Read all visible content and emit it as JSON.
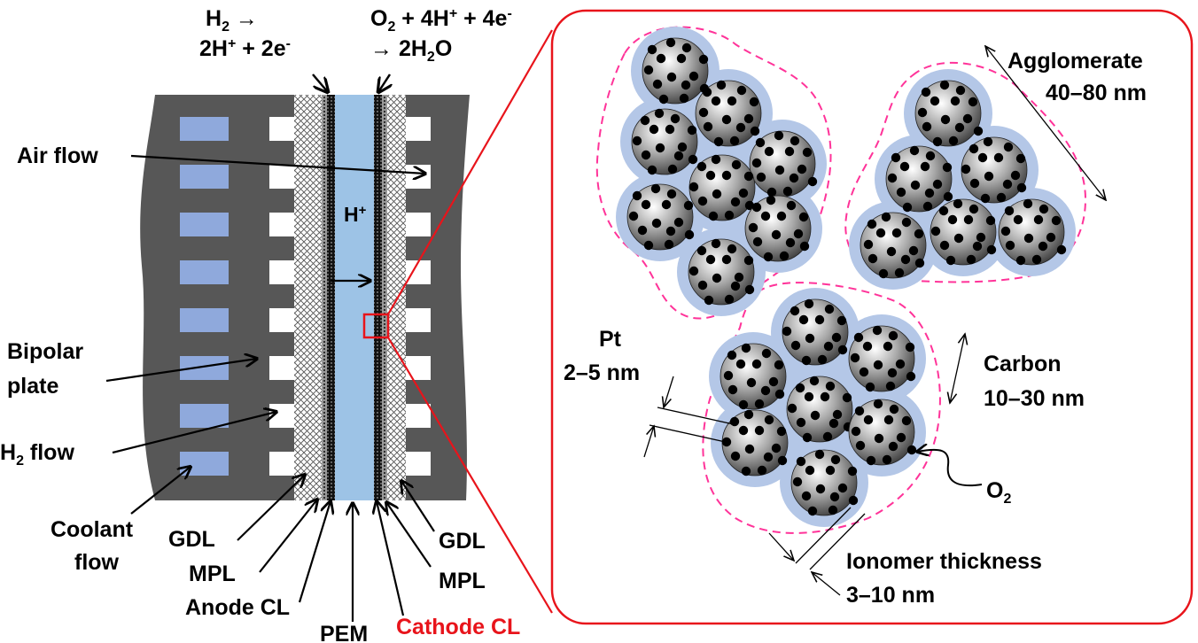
{
  "reactions": {
    "anode_line1_pre": "H",
    "anode_line1_sub": "2",
    "anode_line1_post": " →",
    "anode_line2_pre": "2H",
    "anode_line2_sup1": "+",
    "anode_line2_mid": " + 2e",
    "anode_line2_sup2": "-",
    "cathode_line1_pre": "O",
    "cathode_line1_sub": "2",
    "cathode_line1_mid": " + 4H",
    "cathode_line1_sup1": "+",
    "cathode_line1_mid2": " + 4e",
    "cathode_line1_sup2": "-",
    "cathode_line2_pre": "→ 2H",
    "cathode_line2_sub": "2",
    "cathode_line2_post": "O"
  },
  "labels": {
    "air_flow": "Air flow",
    "proton_pre": "H",
    "proton_sup": "+",
    "bipolar_line1": "Bipolar",
    "bipolar_line2": "plate",
    "h2_flow_pre": "H",
    "h2_flow_sub": "2",
    "h2_flow_post": " flow",
    "coolant_line1": "Coolant",
    "coolant_line2": "flow",
    "gdl_left": "GDL",
    "mpl_left": "MPL",
    "anode_cl": "Anode CL",
    "pem": "PEM",
    "cathode_cl": "Cathode CL",
    "gdl_right": "GDL",
    "mpl_right": "MPL"
  },
  "detail": {
    "agglomerate_line1": "Agglomerate",
    "agglomerate_line2": "40–80 nm",
    "pt_line1": "Pt",
    "pt_line2": "2–5 nm",
    "carbon_line1": "Carbon",
    "carbon_line2": "10–30 nm",
    "o2_pre": "O",
    "o2_sub": "2",
    "ionomer_line1": "Ionomer thickness",
    "ionomer_line2": "3–10 nm"
  },
  "colors": {
    "bipolar_plate": "#575757",
    "coolant_channel": "#8fa9dc",
    "pem": "#9dc3e6",
    "ionomer": "#b4c7e7",
    "highlight_red": "#e8141b",
    "agglomerate_dash": "#ff3399",
    "pt_particle": "#000000"
  }
}
